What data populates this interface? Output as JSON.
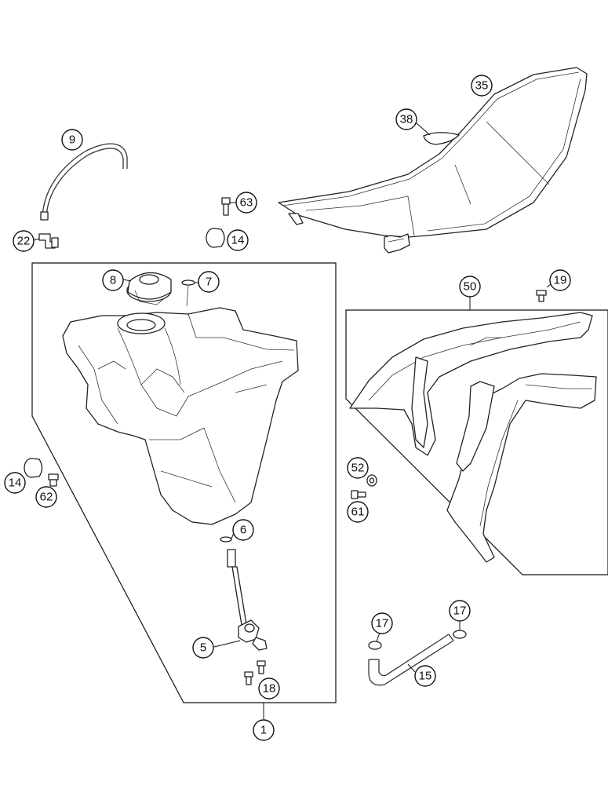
{
  "callouts": [
    {
      "id": "c1",
      "label": "1"
    },
    {
      "id": "c5",
      "label": "5"
    },
    {
      "id": "c6",
      "label": "6"
    },
    {
      "id": "c7",
      "label": "7"
    },
    {
      "id": "c8",
      "label": "8"
    },
    {
      "id": "c9",
      "label": "9"
    },
    {
      "id": "c14a",
      "label": "14"
    },
    {
      "id": "c14b",
      "label": "14"
    },
    {
      "id": "c15",
      "label": "15"
    },
    {
      "id": "c17a",
      "label": "17"
    },
    {
      "id": "c17b",
      "label": "17"
    },
    {
      "id": "c18",
      "label": "18"
    },
    {
      "id": "c19",
      "label": "19"
    },
    {
      "id": "c22",
      "label": "22"
    },
    {
      "id": "c35",
      "label": "35"
    },
    {
      "id": "c38",
      "label": "38"
    },
    {
      "id": "c50",
      "label": "50"
    },
    {
      "id": "c52",
      "label": "52"
    },
    {
      "id": "c61",
      "label": "61"
    },
    {
      "id": "c62",
      "label": "62"
    },
    {
      "id": "c63",
      "label": "63"
    }
  ],
  "parts": [
    "seat",
    "fuel-tank",
    "tank-cap",
    "breather-hose",
    "hose-fitting",
    "spacer",
    "screw",
    "fuel-tap",
    "fuel-line",
    "hose-clamp",
    "radiator-shroud",
    "shroud-screw",
    "washer",
    "o-ring"
  ]
}
